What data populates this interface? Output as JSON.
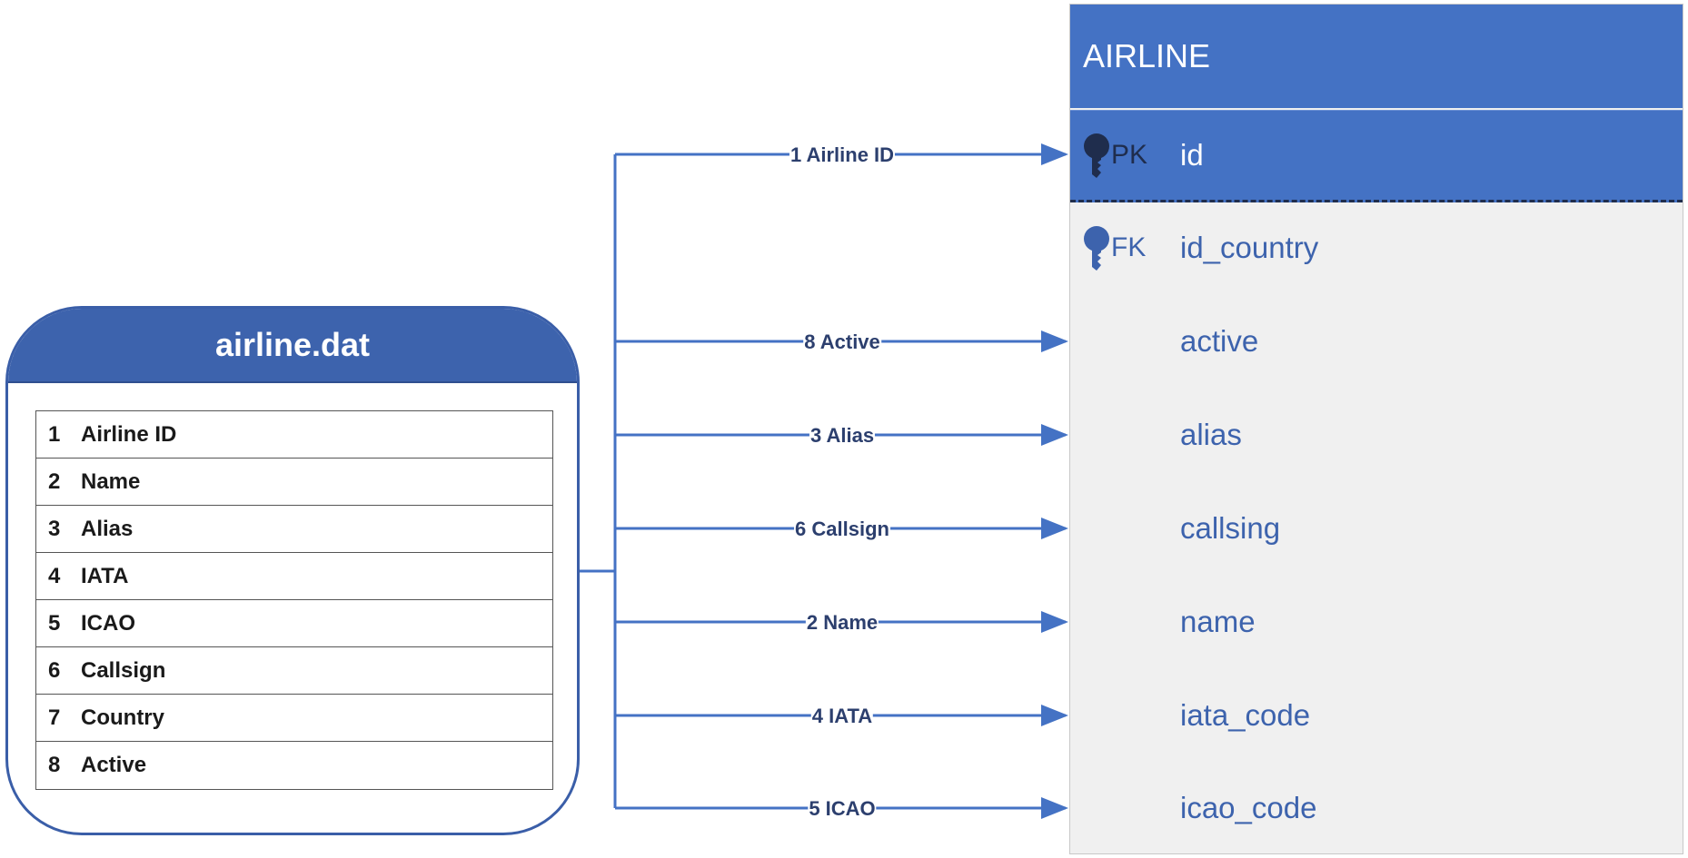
{
  "source": {
    "title": "airline.dat",
    "fields": [
      {
        "num": "1",
        "name": "Airline ID"
      },
      {
        "num": "2",
        "name": "Name"
      },
      {
        "num": "3",
        "name": "Alias"
      },
      {
        "num": "4",
        "name": "IATA"
      },
      {
        "num": "5",
        "name": "ICAO"
      },
      {
        "num": "6",
        "name": "Callsign"
      },
      {
        "num": "7",
        "name": "Country"
      },
      {
        "num": "8",
        "name": "Active"
      }
    ]
  },
  "mappings": [
    {
      "label": "1 Airline ID",
      "target": "id"
    },
    {
      "label": "8 Active",
      "target": "active"
    },
    {
      "label": "3 Alias",
      "target": "alias"
    },
    {
      "label": "6 Callsign",
      "target": "callsing"
    },
    {
      "label": "2 Name",
      "target": "name"
    },
    {
      "label": "4 IATA",
      "target": "iata_code"
    },
    {
      "label": "5 ICAO",
      "target": "icao_code"
    }
  ],
  "entity": {
    "title": "AIRLINE",
    "pk": {
      "key": "PK",
      "column": "id"
    },
    "rows": [
      {
        "key": "FK",
        "column": "id_country"
      },
      {
        "key": "",
        "column": "active"
      },
      {
        "key": "",
        "column": "alias"
      },
      {
        "key": "",
        "column": "callsing"
      },
      {
        "key": "",
        "column": "name"
      },
      {
        "key": "",
        "column": "iata_code"
      },
      {
        "key": "",
        "column": "icao_code"
      }
    ]
  },
  "colors": {
    "header_blue": "#4472c4",
    "source_header": "#3d63ad",
    "line_blue": "#4472c4",
    "entity_bg": "#f0f0f0",
    "key_dark": "#1f2d4d",
    "text_blue": "#3d63ad"
  }
}
